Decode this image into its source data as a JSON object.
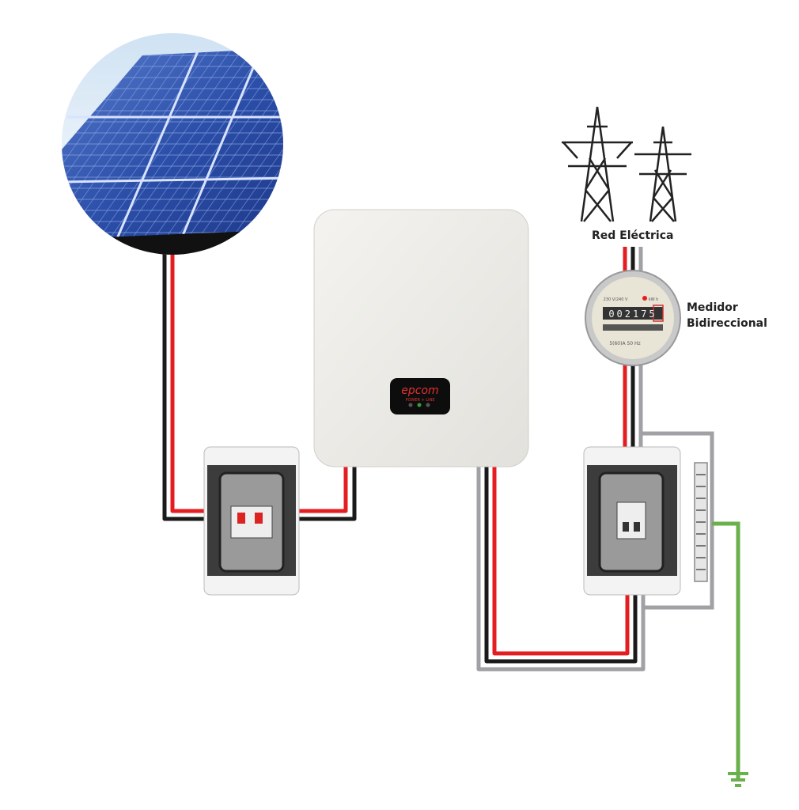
{
  "labels": {
    "grid": "Red Eléctrica",
    "meter_line1": "Medidor",
    "meter_line2": "Bidireccional"
  },
  "inverter": {
    "brand": "epcom",
    "model": "POWER + LINE"
  },
  "meter": {
    "top_left": "230 V/240 V",
    "top_right": "kW h",
    "reading": "002175",
    "bottom": "5(60)A 50 Hz"
  },
  "colors": {
    "positive": "#e41e20",
    "negative": "#1a1a1a",
    "neutral": "#a0a0a5",
    "ground": "#6ab04c"
  }
}
